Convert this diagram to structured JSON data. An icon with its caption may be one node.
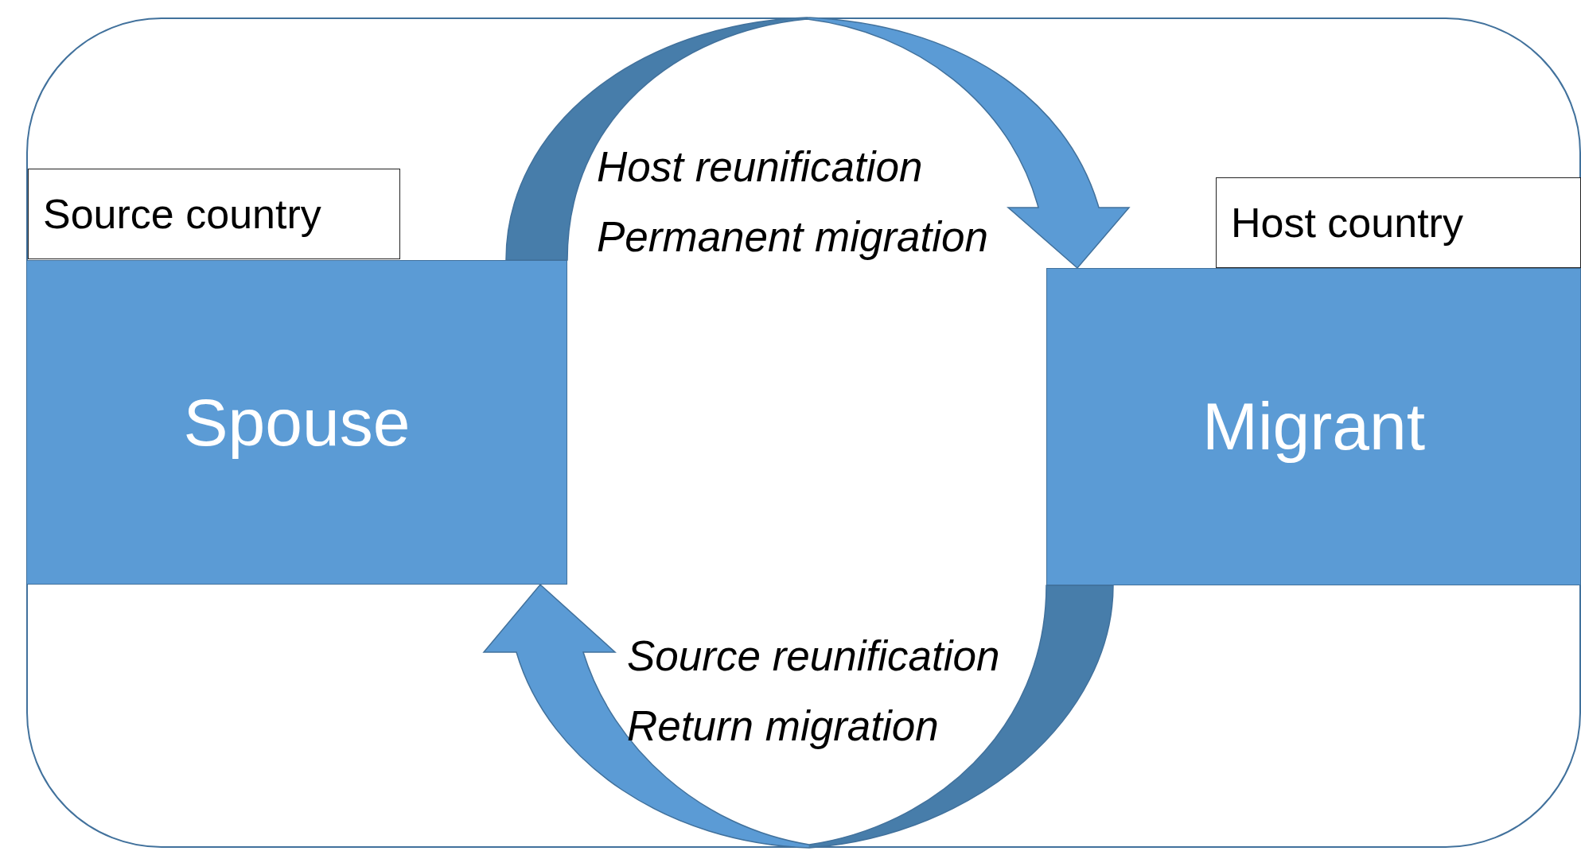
{
  "diagram": {
    "nodes": [
      {
        "text": [
          "Source country"
        ]
      },
      {
        "text": [
          "Spouse"
        ]
      },
      {
        "text": [
          "Host country"
        ]
      },
      {
        "text": [
          "Migrant"
        ]
      }
    ],
    "edges": [
      {
        "from": 1,
        "to": 3,
        "arrow": "to"
      },
      {
        "from": 3,
        "to": 1,
        "arrow": "to"
      }
    ],
    "labels": [
      "Host reunification",
      "Permanent migration",
      "Source reunification",
      "Return migration"
    ]
  }
}
